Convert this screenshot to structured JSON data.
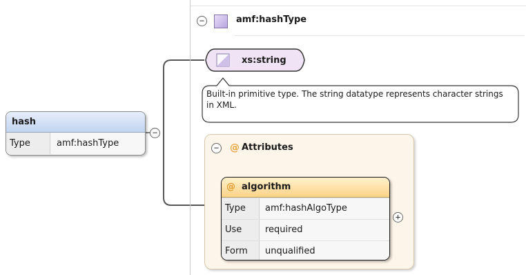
{
  "element": {
    "name": "hash",
    "properties": [
      {
        "key": "Type",
        "value": "amf:hashType"
      }
    ]
  },
  "complex_type": {
    "name": "amf:hashType"
  },
  "base_type": {
    "name": "xs:string",
    "documentation": "Built-in primitive type. The string datatype represents character strings in XML."
  },
  "attributes_group": {
    "icon": "@",
    "title": "Attributes"
  },
  "attribute": {
    "icon": "@",
    "name": "algorithm",
    "properties": [
      {
        "key": "Type",
        "value": "amf:hashAlgoType"
      },
      {
        "key": "Use",
        "value": "required"
      },
      {
        "key": "Form",
        "value": "unqualified"
      }
    ]
  },
  "toggles": {
    "collapse": "−",
    "expand": "+"
  },
  "colors": {
    "element_header": "#c2d4f0",
    "complex_type_icon": "#b8a6e0",
    "simple_type_bubble": "#efe3f5",
    "attributes_group_bg": "#fdf5e9",
    "attribute_header": "#fbd388",
    "attribute_icon": "#e8a33c"
  }
}
